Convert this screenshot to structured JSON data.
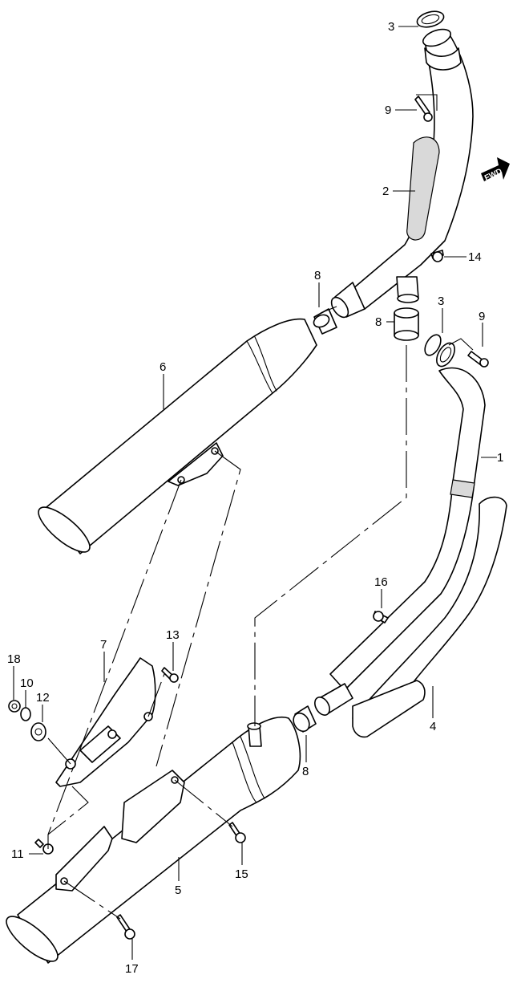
{
  "fwd_label": "FWD",
  "callouts": [
    {
      "id": "c3a",
      "text": "3"
    },
    {
      "id": "c9a",
      "text": "9"
    },
    {
      "id": "c2",
      "text": "2"
    },
    {
      "id": "c14",
      "text": "14"
    },
    {
      "id": "c8a",
      "text": "8"
    },
    {
      "id": "c8b",
      "text": "8"
    },
    {
      "id": "c3b",
      "text": "3"
    },
    {
      "id": "c9b",
      "text": "9"
    },
    {
      "id": "c6",
      "text": "6"
    },
    {
      "id": "c1",
      "text": "1"
    },
    {
      "id": "c16",
      "text": "16"
    },
    {
      "id": "c7",
      "text": "7"
    },
    {
      "id": "c13",
      "text": "13"
    },
    {
      "id": "c18",
      "text": "18"
    },
    {
      "id": "c10",
      "text": "10"
    },
    {
      "id": "c12",
      "text": "12"
    },
    {
      "id": "c4",
      "text": "4"
    },
    {
      "id": "c8c",
      "text": "8"
    },
    {
      "id": "c11",
      "text": "11"
    },
    {
      "id": "c15",
      "text": "15"
    },
    {
      "id": "c5",
      "text": "5"
    },
    {
      "id": "c17",
      "text": "17"
    }
  ]
}
